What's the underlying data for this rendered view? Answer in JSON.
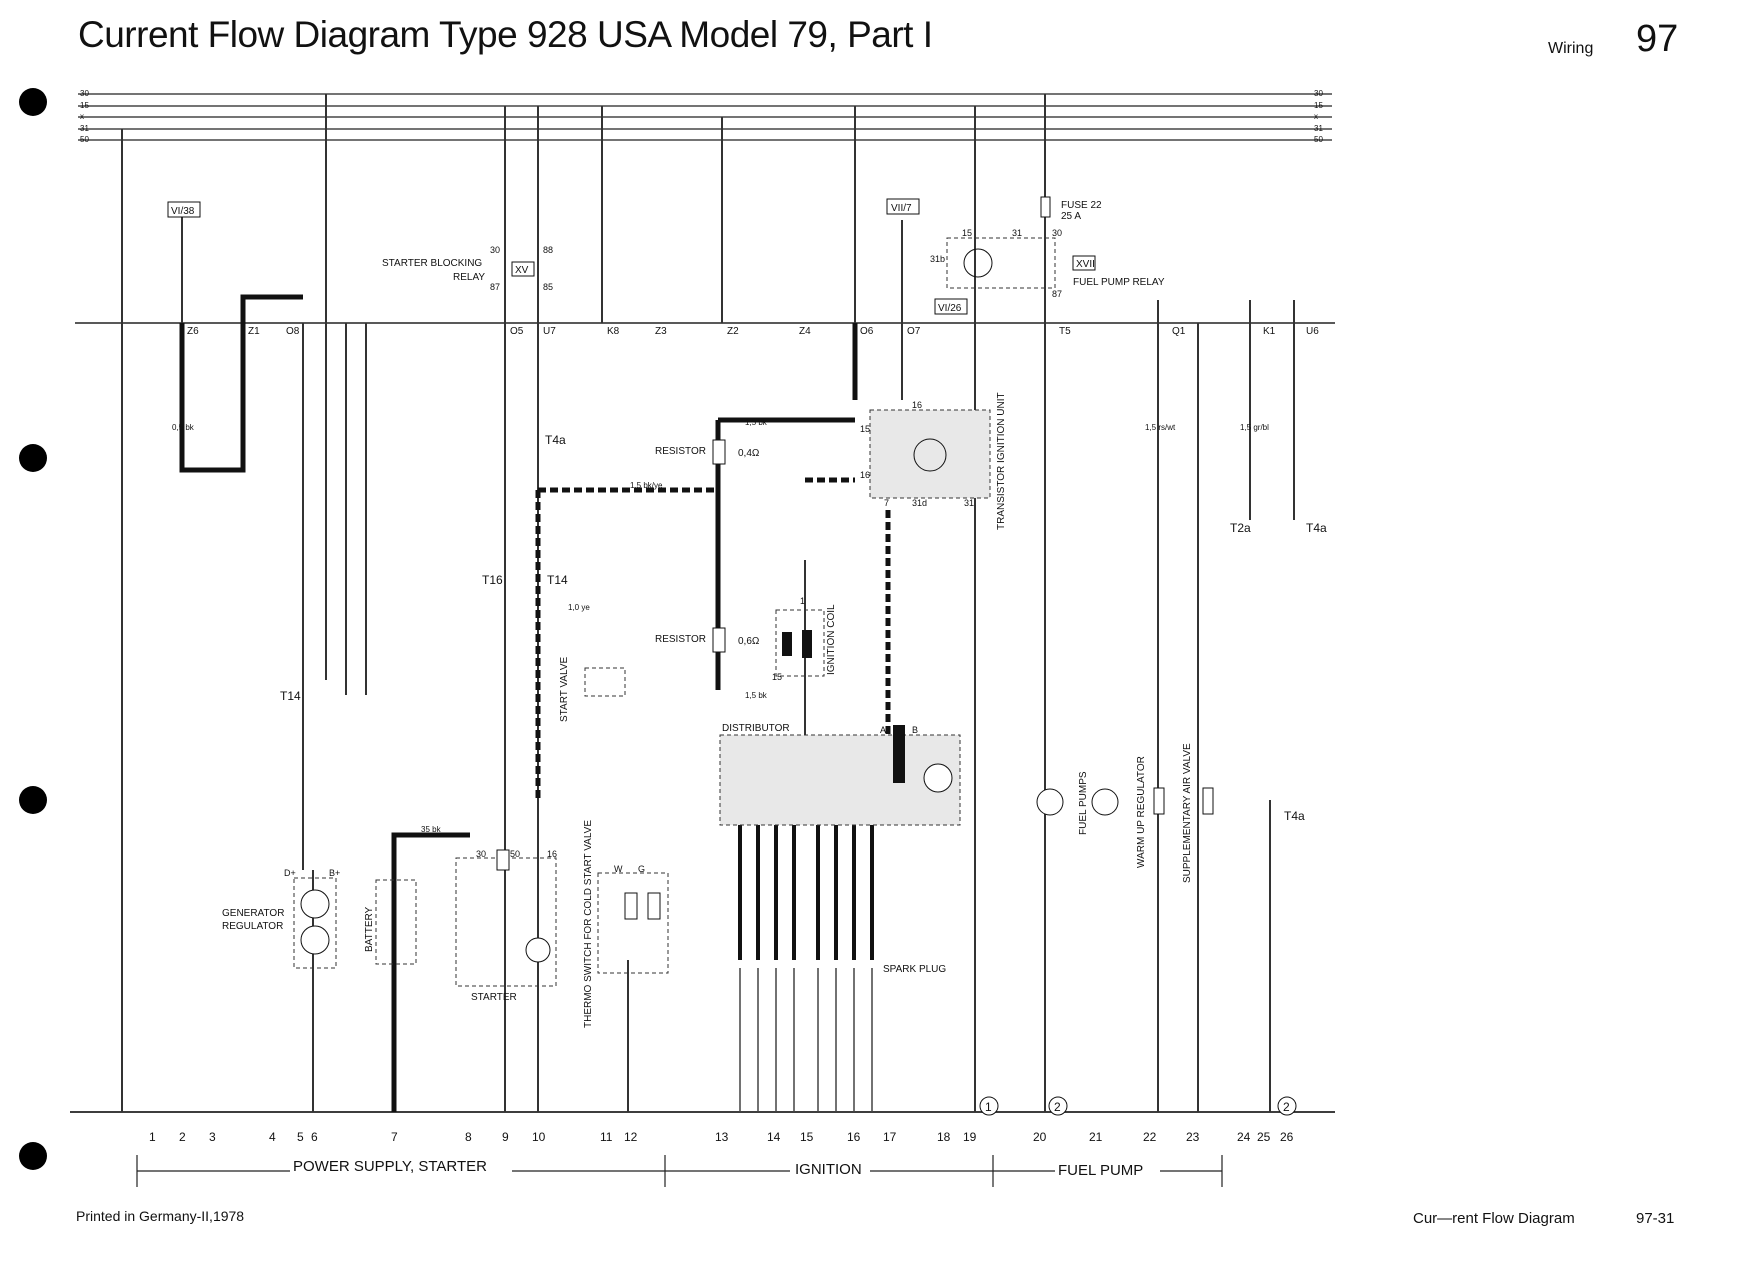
{
  "header": {
    "title": "Current Flow Diagram Type 928 USA  Model 79, Part I",
    "section": "Wiring",
    "page": "97"
  },
  "footer": {
    "printed": "Printed in Germany-II,1978",
    "doc_title": "Cur—rent Flow Diagram",
    "doc_page": "97-31"
  },
  "bus_lines": [
    "30",
    "15",
    "x",
    "31",
    "50"
  ],
  "refs": {
    "r1": "VI/38",
    "r2": "VII/7",
    "r3": "VI/26"
  },
  "components": {
    "starter_relay": "STARTER BLOCKING",
    "starter_relay2": "RELAY",
    "relay_num": "XV",
    "fuse": "FUSE  22",
    "fuse_val": "25 A",
    "fuel_relay": "FUEL PUMP RELAY",
    "fuel_relay_num": "XVII",
    "resistor1": "RESISTOR",
    "resistor1_val": "0,4Ω",
    "resistor2": "RESISTOR",
    "resistor2_val": "0,6Ω",
    "ign_coil": "IGNITION COIL",
    "tiu": "TRANSISTOR IGNITION UNIT",
    "distributor": "DISTRIBUTOR",
    "spark_plug": "SPARK PLUG",
    "start_valve": "START VALVE",
    "thermo_switch": "THERMO SWITCH FOR COLD START VALVE",
    "generator": "GENERATOR",
    "regulator": "REGULATOR",
    "battery": "BATTERY",
    "starter": "STARTER",
    "fuel_pumps": "FUEL PUMPS",
    "warm_up": "WARM UP REGULATOR",
    "supp_air": "SUPPLEMENTARY AIR VALVE"
  },
  "terminals": [
    "Z6",
    "Z1",
    "O8",
    "O5",
    "U7",
    "K8",
    "Z3",
    "Z2",
    "Z4",
    "O6",
    "O7",
    "T5",
    "Q1",
    "K1",
    "U6"
  ],
  "pins": {
    "p30a": "30",
    "p88": "88",
    "p87a": "87",
    "p85": "85",
    "p15a": "15",
    "p31a": "31",
    "p30b": "30",
    "p87b": "87",
    "p31b": "31b",
    "p16a": "16",
    "p15b": "15",
    "p16b": "16",
    "p7": "7",
    "p31d": "31d",
    "p31c": "31",
    "p1": "1",
    "p15c": "15",
    "pA": "A",
    "pB": "B",
    "pW": "W",
    "pG": "G",
    "pDplus": "D+",
    "pBplus": "B+",
    "p30c": "30",
    "p50": "50",
    "p16c": "16"
  },
  "connectors": {
    "t4a": "T4a",
    "t16": "T16",
    "t14a": "T14",
    "t14b": "T14",
    "t2a": "T2a",
    "t4b": "T4a",
    "t4c": "T4a"
  },
  "markers": {
    "m1": "1",
    "m2": "2",
    "m3": "2"
  },
  "wires": {
    "w1": "0,5 bk",
    "w2": "1,5 bk",
    "w3": "1,5 bk/ye",
    "w4": "1,0 ye",
    "w5": "1,5 bk",
    "w6": "35 bk",
    "w7": "1,5 gr/bl",
    "w8": "1,5 rs/wt"
  },
  "columns": [
    "1",
    "2",
    "3",
    "4",
    "5",
    "6",
    "7",
    "8",
    "9",
    "10",
    "11",
    "12",
    "13",
    "14",
    "15",
    "16",
    "17",
    "18",
    "19",
    "20",
    "21",
    "22",
    "23",
    "24",
    "25",
    "26"
  ],
  "groups": {
    "g1": "POWER  SUPPLY, STARTER",
    "g2": "IGNITION",
    "g3": "FUEL  PUMP"
  }
}
